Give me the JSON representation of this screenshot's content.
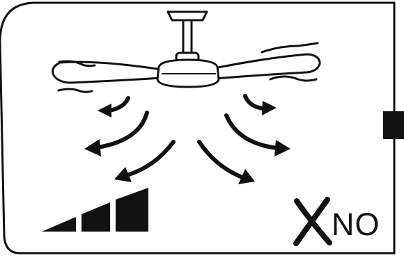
{
  "panel": {
    "no_label": "NO"
  },
  "icons": {
    "fan": "ceiling-fan-icon",
    "airflow": "airflow-arrows-icon",
    "speed": "speed-bars-icon",
    "cross": "cross-mark-icon",
    "side_marker": "square-marker-icon"
  },
  "colors": {
    "ink": "#111111",
    "background": "#ffffff"
  },
  "speed_level": {
    "filled": 3,
    "total": 3
  }
}
